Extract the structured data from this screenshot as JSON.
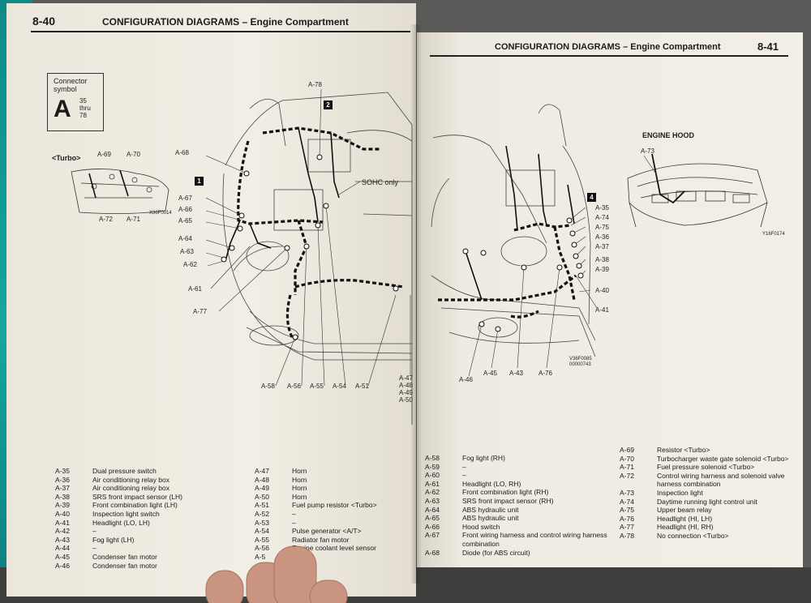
{
  "left_page": {
    "page_number": "8-40",
    "title": "CONFIGURATION DIAGRAMS",
    "dash": "–",
    "subtitle": "Engine Compartment",
    "connector_box": {
      "label1": "Connector",
      "label2": "symbol",
      "letter": "A",
      "range1": "35",
      "range2": "thru",
      "range3": "78"
    },
    "turbo_label": "<Turbo>",
    "turbo_code": "X36F0014",
    "sohc_label": "SOHC only",
    "main_code": "",
    "markers": [
      "1",
      "2"
    ],
    "callouts": [
      "A-78",
      "A-68",
      "A-69",
      "A-70",
      "A-72",
      "A-71",
      "A-67",
      "A-66",
      "A-65",
      "A-64",
      "A-63",
      "A-62",
      "A-61",
      "A-77",
      "A-58",
      "A-56",
      "A-55",
      "A-54",
      "A-51",
      "A-47",
      "A-48",
      "A-49",
      "A-50"
    ],
    "legend_col1": [
      {
        "code": "A-35",
        "desc": "Dual pressure switch"
      },
      {
        "code": "A-36",
        "desc": "Air conditioning relay box"
      },
      {
        "code": "A-37",
        "desc": "Air conditioning relay box"
      },
      {
        "code": "A-38",
        "desc": "SRS front impact sensor (LH)"
      },
      {
        "code": "A-39",
        "desc": "Front combination light (LH)"
      },
      {
        "code": "A-40",
        "desc": "Inspection light switch"
      },
      {
        "code": "A-41",
        "desc": "Headlight (LO, LH)"
      },
      {
        "code": "A-42",
        "desc": "–"
      },
      {
        "code": "A-43",
        "desc": "Fog light (LH)"
      },
      {
        "code": "A-44",
        "desc": "–"
      },
      {
        "code": "A-45",
        "desc": "Condenser fan motor"
      },
      {
        "code": "A-46",
        "desc": "Condenser fan motor"
      }
    ],
    "legend_col2": [
      {
        "code": "A-47",
        "desc": "Horn"
      },
      {
        "code": "A-48",
        "desc": "Horn"
      },
      {
        "code": "A-49",
        "desc": "Horn"
      },
      {
        "code": "A-50",
        "desc": "Horn"
      },
      {
        "code": "A-51",
        "desc": "Fuel pump resistor <Turbo>"
      },
      {
        "code": "A-52",
        "desc": "–"
      },
      {
        "code": "A-53",
        "desc": "–"
      },
      {
        "code": "A-54",
        "desc": "Pulse generator <A/T>"
      },
      {
        "code": "A-55",
        "desc": "Radiator fan motor"
      },
      {
        "code": "A-56",
        "desc": "Engine coolant level sensor"
      },
      {
        "code": "A-5",
        "desc": ""
      }
    ]
  },
  "right_page": {
    "page_number": "8-41",
    "title": "CONFIGURATION DIAGRAMS",
    "dash": "–",
    "subtitle": "Engine Compartment",
    "hood_title": "ENGINE HOOD",
    "hood_code": "Y16F0174",
    "main_code1": "V36F0085",
    "main_code2": "00000743",
    "markers": [
      "4"
    ],
    "callouts": [
      "A-73",
      "A-35",
      "A-74",
      "A-75",
      "A-36",
      "A-37",
      "A-38",
      "A-39",
      "A-40",
      "A-41",
      "A-46",
      "A-45",
      "A-43",
      "A-76"
    ],
    "legend_col1": [
      {
        "code": "A-58",
        "desc": "Fog light (RH)"
      },
      {
        "code": "A-59",
        "desc": "–"
      },
      {
        "code": "A-60",
        "desc": "–"
      },
      {
        "code": "A-61",
        "desc": "Headlight (LO, RH)"
      },
      {
        "code": "A-62",
        "desc": "Front combination light (RH)"
      },
      {
        "code": "A-63",
        "desc": "SRS front impact sensor (RH)"
      },
      {
        "code": "A-64",
        "desc": "ABS hydraulic unit"
      },
      {
        "code": "A-65",
        "desc": "ABS hydraulic unit"
      },
      {
        "code": "A-66",
        "desc": "Hood switch"
      },
      {
        "code": "A-67",
        "desc": "Front wiring harness and control wiring harness",
        "cont": "combination"
      },
      {
        "code": "A-68",
        "desc": "Diode (for ABS circuit)"
      }
    ],
    "legend_col2": [
      {
        "code": "A-69",
        "desc": "Resistor <Turbo>"
      },
      {
        "code": "A-70",
        "desc": "Turbocharger waste gate solenoid <Turbo>"
      },
      {
        "code": "A-71",
        "desc": "Fuel pressure solenoid <Turbo>"
      },
      {
        "code": "A-72",
        "desc": "Control wiring harness and solenoid valve",
        "cont": "harness combination"
      },
      {
        "code": "A-73",
        "desc": "Inspection light"
      },
      {
        "code": "A-74",
        "desc": "Daytime running light control unit"
      },
      {
        "code": "A-75",
        "desc": "Upper beam relay"
      },
      {
        "code": "A-76",
        "desc": "Headlight (HI, LH)"
      },
      {
        "code": "A-77",
        "desc": "Headlight (HI, RH)"
      },
      {
        "code": "A-78",
        "desc": "No connection <Turbo>"
      }
    ]
  },
  "colors": {
    "paper": "#efece2",
    "ink": "#1b1b1b",
    "teal": "#14a79f"
  }
}
